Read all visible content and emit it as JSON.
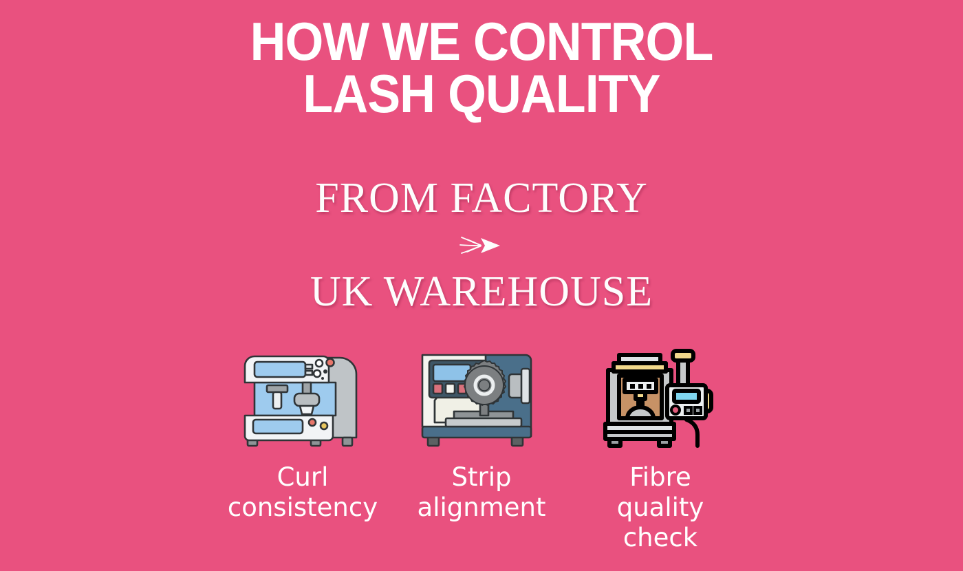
{
  "poster": {
    "background_color": "#e9517f",
    "text_color": "#ffffff"
  },
  "headline": {
    "line1": "HOW WE CONTROL",
    "line2": "LASH QUALITY"
  },
  "route": {
    "origin": "FROM FACTORY",
    "arrow_icon": "airplane-icon",
    "destination": "UK WAREHOUSE"
  },
  "features": [
    {
      "icon_name": "curl-machine-icon",
      "caption": "Curl\nconsistency",
      "colors": {
        "body": "#f2f4f6",
        "panel": "#9ecbee",
        "shell": "#bfc4c7",
        "outline": "#2f3437",
        "accent_red": "#e8766a",
        "accent_yellow": "#e8c65f"
      }
    },
    {
      "icon_name": "strip-alignment-machine-icon",
      "caption": "Strip\nalignment",
      "colors": {
        "body": "#f4f4ef",
        "frame": "#4a6f8a",
        "gear": "#7c7f81",
        "screen": "#8ec2e8",
        "outline": "#2f3437",
        "button_red": "#d9717c",
        "button_yellow": "#e7b85f"
      }
    },
    {
      "icon_name": "fibre-quality-machine-icon",
      "caption": "Fibre\nquality\ncheck",
      "colors": {
        "body": "#c6c9cb",
        "chamber": "#c79266",
        "screen": "#7fd6ef",
        "accent_yellow": "#f2d98c",
        "outline": "#000000",
        "knob_pink": "#e05b7a"
      }
    }
  ]
}
